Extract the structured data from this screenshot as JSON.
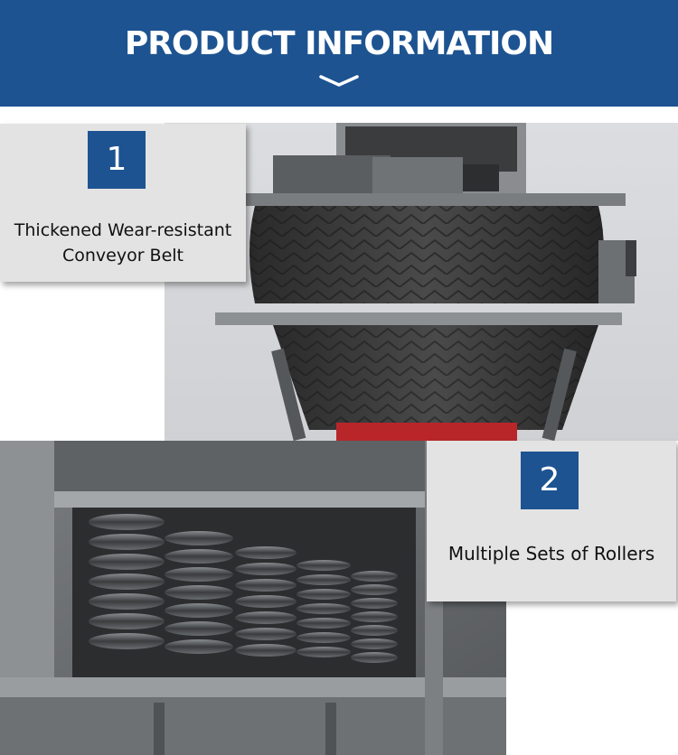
{
  "header": {
    "title": "PRODUCT INFORMATION"
  },
  "features": [
    {
      "number": "1",
      "label_line1": "Thickened Wear-resistant",
      "label_line2": "Conveyor Belt"
    },
    {
      "number": "2",
      "label": "Multiple Sets of Rollers"
    }
  ],
  "icons": {
    "header_chevron": "chevron-down-icon"
  },
  "colors": {
    "brand_blue": "#1d5391",
    "card_background": "#e3e3e3",
    "header_text": "#ffffff"
  }
}
